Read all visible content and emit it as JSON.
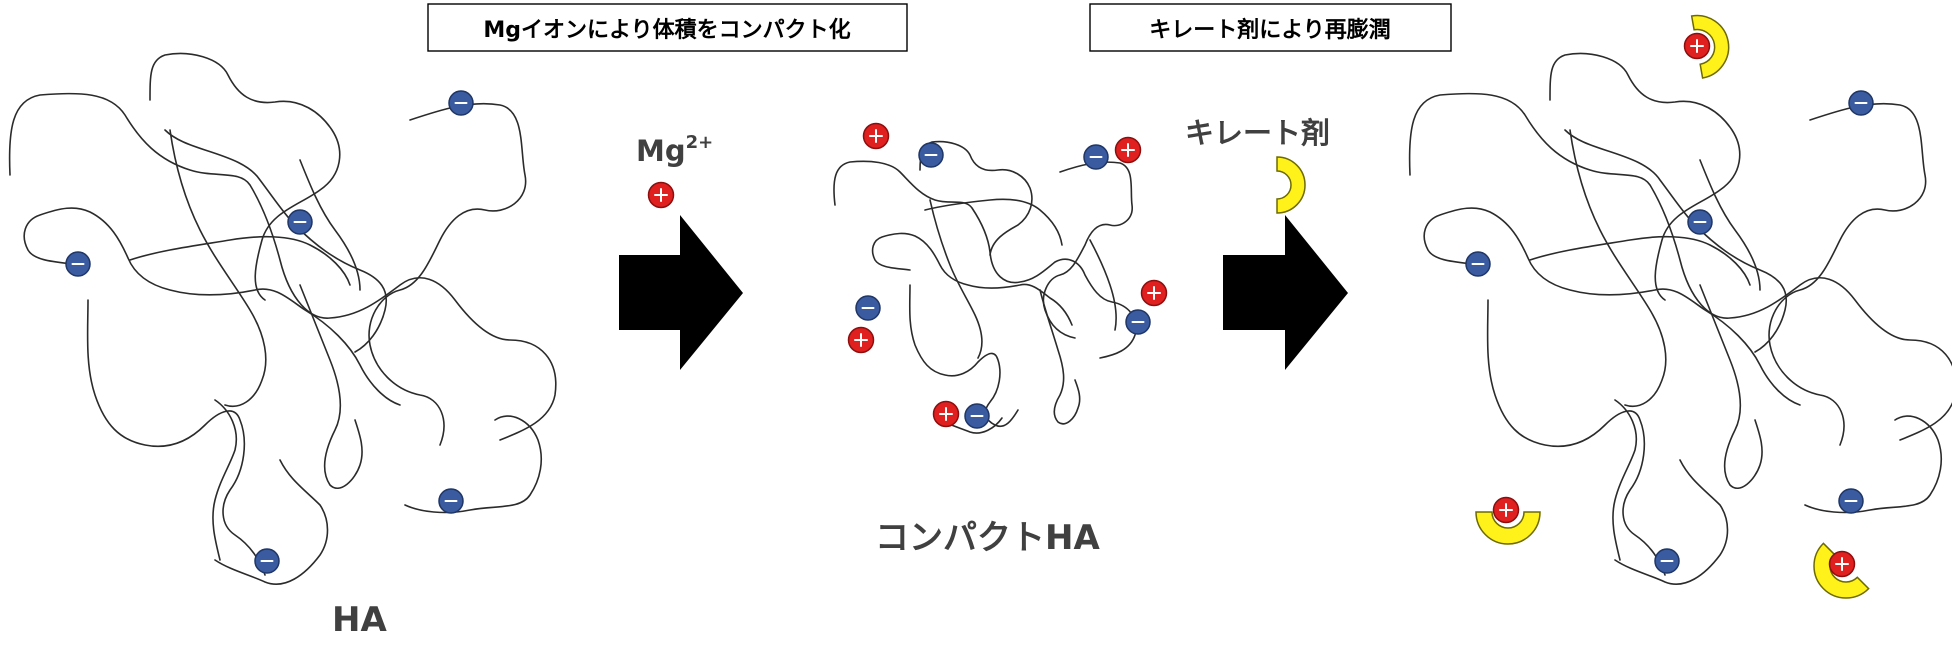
{
  "header_boxes": {
    "step1": "Mgイオンにより体積をコンパクト化",
    "step2": "キレート剤により再膨潤"
  },
  "labels": {
    "ha": "HA",
    "compact_ha": "コンパクトHA",
    "mg_base": "Mg",
    "mg_charge": "2+",
    "chelator": "キレート剤"
  },
  "colors": {
    "negative_charge": "#3a5ba0",
    "positive_charge": "#e0201f",
    "chelator": "#fff21a",
    "arrow": "#000000",
    "text": "#404040"
  }
}
